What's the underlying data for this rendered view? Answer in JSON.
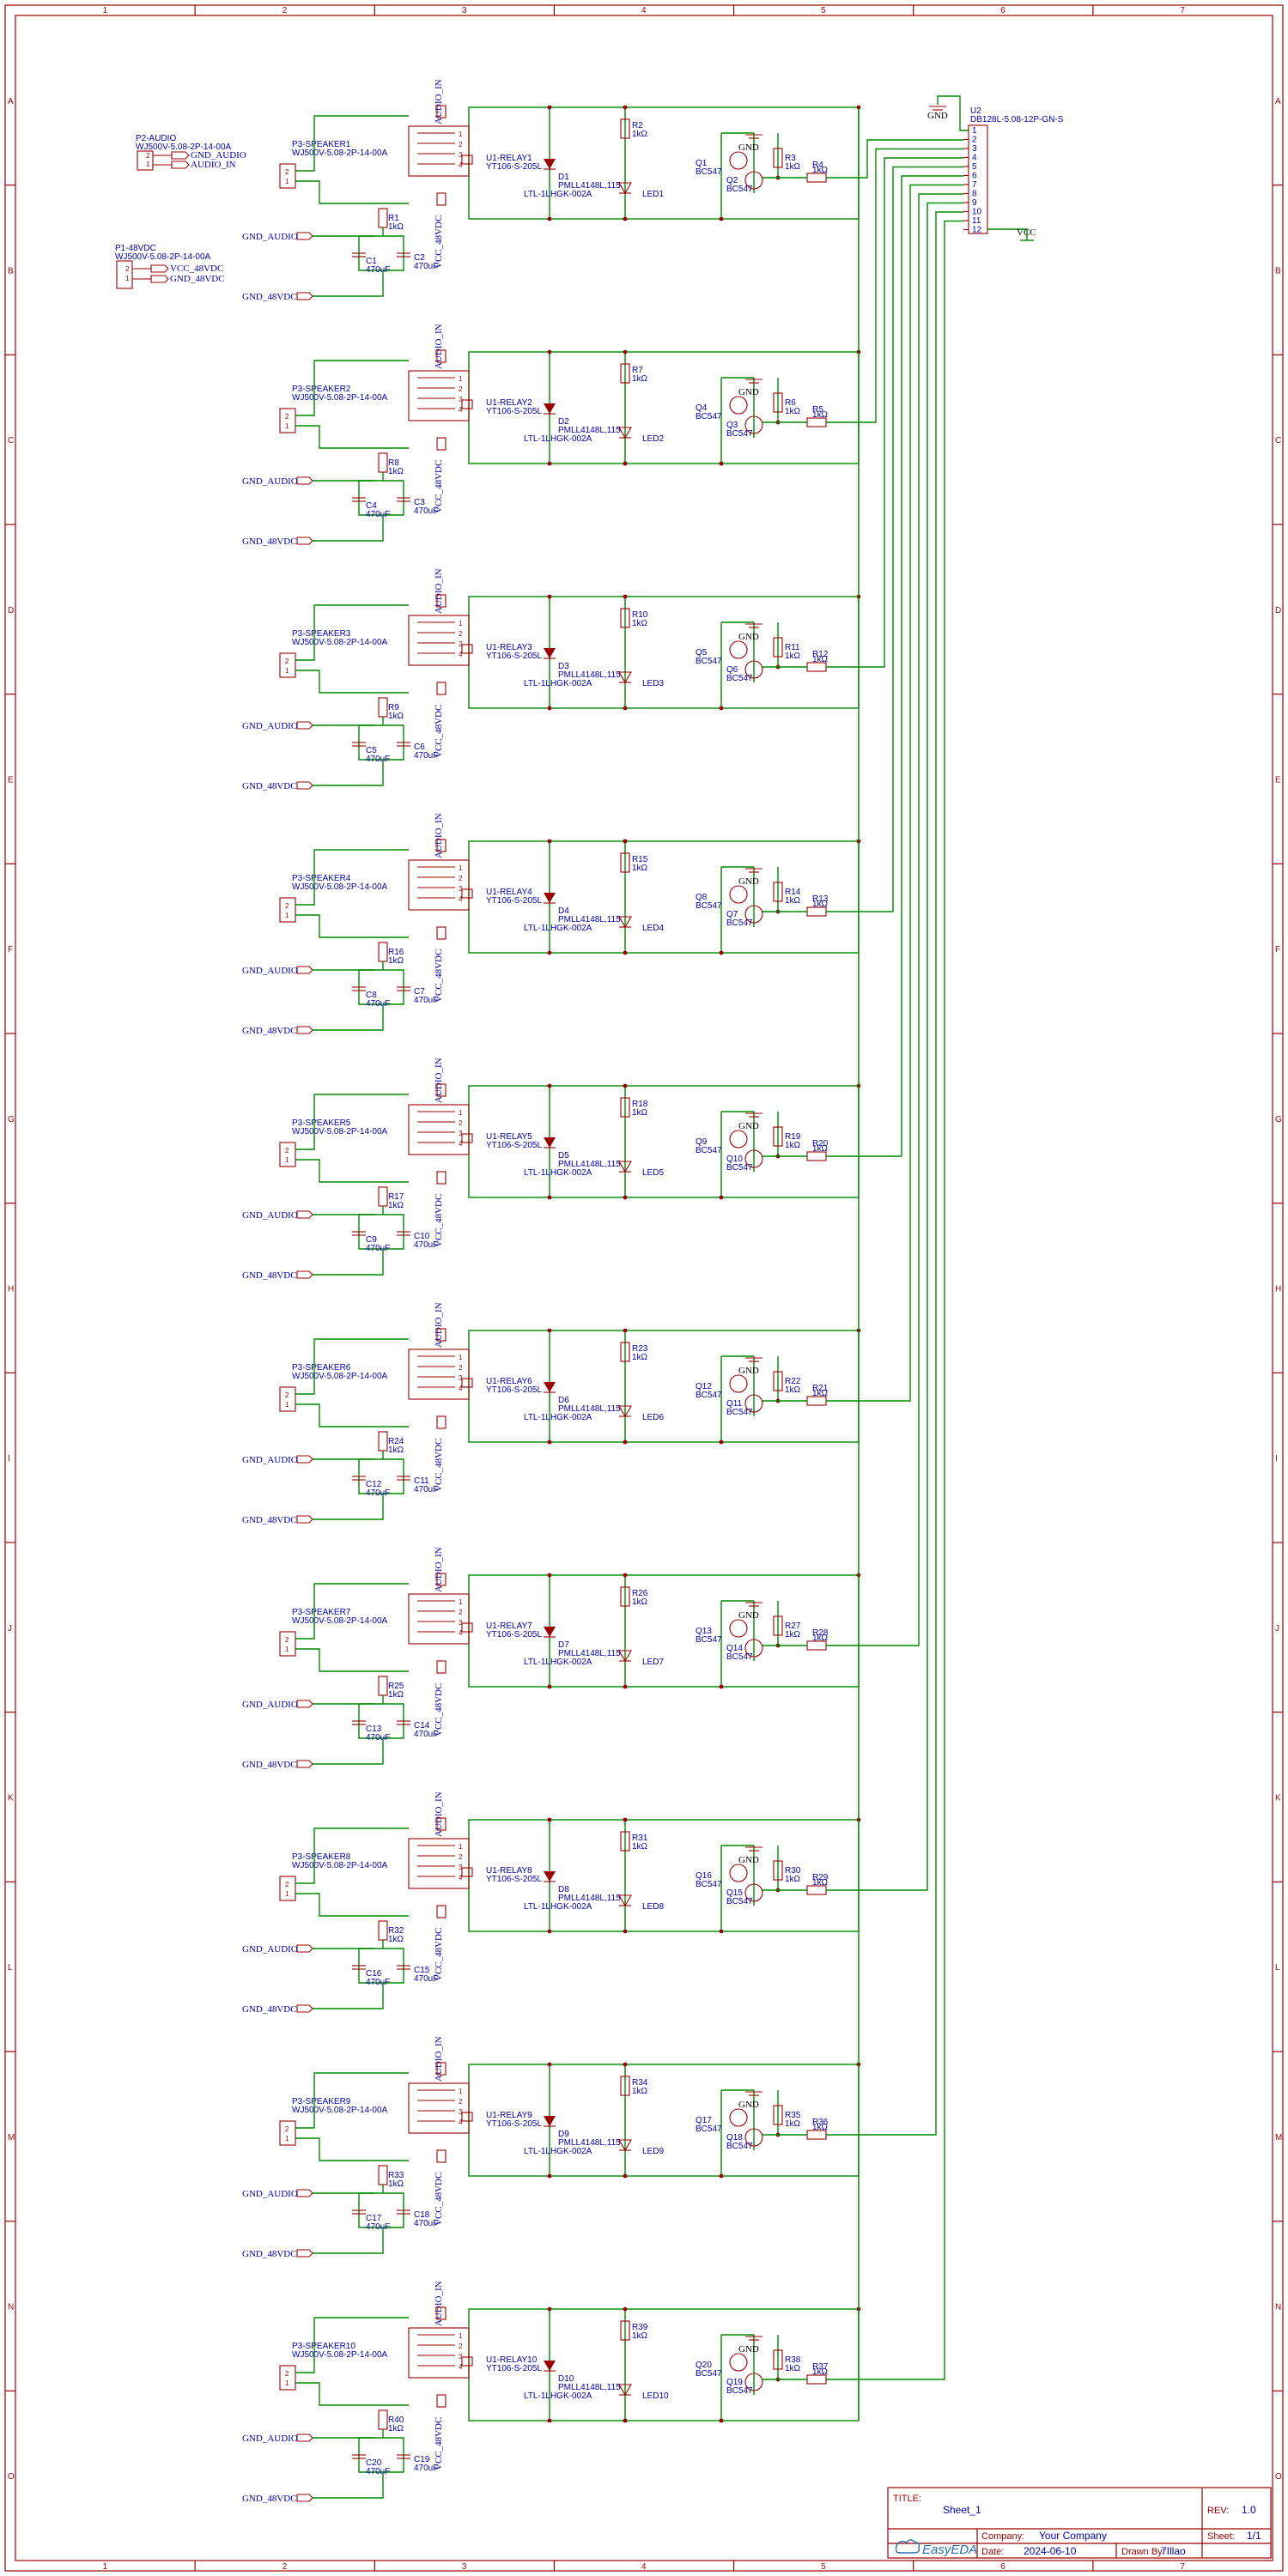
{
  "border": {
    "columns": [
      "1",
      "2",
      "3",
      "4",
      "5",
      "6",
      "7"
    ],
    "rows": [
      "A",
      "B",
      "C",
      "D",
      "E",
      "F",
      "G",
      "H",
      "I",
      "J",
      "K",
      "L",
      "M",
      "N",
      "O"
    ]
  },
  "connectors": {
    "p2": {
      "ref": "P2-AUDIO",
      "part": "WJ500V-5.08-2P-14-00A",
      "net1": "GND_AUDIO",
      "net2": "AUDIO_IN"
    },
    "p1": {
      "ref": "P1-48VDC",
      "part": "WJ500V-5.08-2P-14-00A",
      "net1": "VCC_48VDC",
      "net2": "GND_48VDC"
    },
    "u2": {
      "ref": "U2",
      "part": "DB128L-5.08-12P-GN-S",
      "pins": [
        "1",
        "2",
        "3",
        "4",
        "5",
        "6",
        "7",
        "8",
        "9",
        "10",
        "11",
        "12"
      ],
      "gnd": "GND",
      "vcc": "VCC"
    }
  },
  "common": {
    "speaker_part": "WJ500V-5.08-2P-14-00A",
    "relay_part": "YT106-S-205L",
    "diode_part": "PMLL4148L,115",
    "led_part": "LTL-1LHGK-002A",
    "transistor_part": "BC547",
    "res_val": "1kΩ",
    "cap_val": "470uF",
    "net_audio_in": "AUDIO_IN",
    "net_vcc48": "VCC_48VDC",
    "net_gnd_audio": "GND_AUDIO",
    "net_gnd48": "GND_48VDC",
    "gnd": "GND"
  },
  "channels": [
    {
      "speaker": "P3-SPEAKER1",
      "relay": "U1-RELAY1",
      "diode": "D1",
      "led": "LED1",
      "r_led": "R2",
      "r_base": "R3",
      "r_in": "R4",
      "r_snub": "R1",
      "q_top": "Q1",
      "q_bot": "Q2",
      "c_left": "C1",
      "c_right": "C2"
    },
    {
      "speaker": "P3-SPEAKER2",
      "relay": "U1-RELAY2",
      "diode": "D2",
      "led": "LED2",
      "r_led": "R7",
      "r_base": "R6",
      "r_in": "R5",
      "r_snub": "R8",
      "q_top": "Q4",
      "q_bot": "Q3",
      "c_left": "C4",
      "c_right": "C3"
    },
    {
      "speaker": "P3-SPEAKER3",
      "relay": "U1-RELAY3",
      "diode": "D3",
      "led": "LED3",
      "r_led": "R10",
      "r_base": "R11",
      "r_in": "R12",
      "r_snub": "R9",
      "q_top": "Q5",
      "q_bot": "Q6",
      "c_left": "C5",
      "c_right": "C6"
    },
    {
      "speaker": "P3-SPEAKER4",
      "relay": "U1-RELAY4",
      "diode": "D4",
      "led": "LED4",
      "r_led": "R15",
      "r_base": "R14",
      "r_in": "R13",
      "r_snub": "R16",
      "q_top": "Q8",
      "q_bot": "Q7",
      "c_left": "C8",
      "c_right": "C7"
    },
    {
      "speaker": "P3-SPEAKER5",
      "relay": "U1-RELAY5",
      "diode": "D5",
      "led": "LED5",
      "r_led": "R18",
      "r_base": "R19",
      "r_in": "R20",
      "r_snub": "R17",
      "q_top": "Q9",
      "q_bot": "Q10",
      "c_left": "C9",
      "c_right": "C10"
    },
    {
      "speaker": "P3-SPEAKER6",
      "relay": "U1-RELAY6",
      "diode": "D6",
      "led": "LED6",
      "r_led": "R23",
      "r_base": "R22",
      "r_in": "R21",
      "r_snub": "R24",
      "q_top": "Q12",
      "q_bot": "Q11",
      "c_left": "C12",
      "c_right": "C11"
    },
    {
      "speaker": "P3-SPEAKER7",
      "relay": "U1-RELAY7",
      "diode": "D7",
      "led": "LED7",
      "r_led": "R26",
      "r_base": "R27",
      "r_in": "R28",
      "r_snub": "R25",
      "q_top": "Q13",
      "q_bot": "Q14",
      "c_left": "C13",
      "c_right": "C14"
    },
    {
      "speaker": "P3-SPEAKER8",
      "relay": "U1-RELAY8",
      "diode": "D8",
      "led": "LED8",
      "r_led": "R31",
      "r_base": "R30",
      "r_in": "R29",
      "r_snub": "R32",
      "q_top": "Q16",
      "q_bot": "Q15",
      "c_left": "C16",
      "c_right": "C15"
    },
    {
      "speaker": "P3-SPEAKER9",
      "relay": "U1-RELAY9",
      "diode": "D9",
      "led": "LED9",
      "r_led": "R34",
      "r_base": "R35",
      "r_in": "R36",
      "r_snub": "R33",
      "q_top": "Q17",
      "q_bot": "Q18",
      "c_left": "C17",
      "c_right": "C18"
    },
    {
      "speaker": "P3-SPEAKER10",
      "relay": "U1-RELAY10",
      "diode": "D10",
      "led": "LED10",
      "r_led": "R39",
      "r_base": "R38",
      "r_in": "R37",
      "r_snub": "R40",
      "q_top": "Q20",
      "q_bot": "Q19",
      "c_left": "C20",
      "c_right": "C19"
    }
  ],
  "title_block": {
    "title_label": "TITLE:",
    "title": "Sheet_1",
    "rev_label": "REV:",
    "rev": "1.0",
    "company_label": "Company:",
    "company": "Your Company",
    "sheet_label": "Sheet:",
    "sheet": "1/1",
    "date_label": "Date:",
    "date": "2024-06-10",
    "drawn_label": "Drawn By:",
    "drawn_by": "7Illao",
    "brand": "EasyEDA"
  },
  "colors": {
    "border": "#9a0000",
    "wire": "#008a00",
    "label": "#0000aa"
  }
}
